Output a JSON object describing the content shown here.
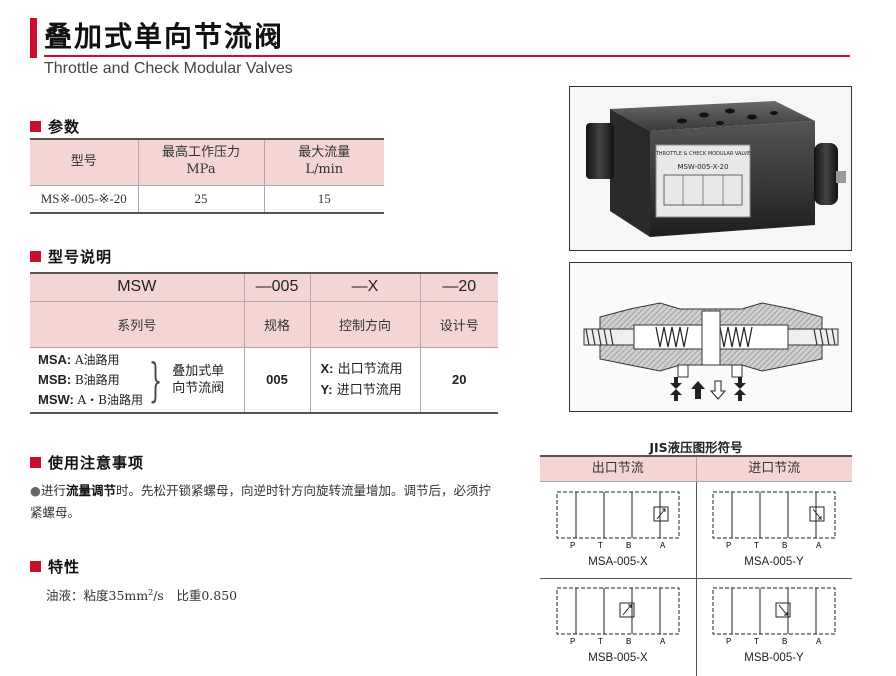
{
  "header": {
    "title_cn": "叠加式单向节流阀",
    "title_en": "Throttle and Check Modular Valves"
  },
  "params": {
    "heading": "参数",
    "col_model": "型号",
    "col_pressure": "最高工作压力",
    "col_pressure_unit": "MPa",
    "col_flow": "最大流量",
    "col_flow_unit": "L/min",
    "row_model": "MS※-005-※-20",
    "row_pressure": "25",
    "row_flow": "15"
  },
  "model": {
    "heading": "型号说明",
    "code_1": "MSW",
    "code_2": "—005",
    "code_3": "—X",
    "code_4": "—20",
    "label_1": "系列号",
    "label_2": "规格",
    "label_3": "控制方向",
    "label_4": "设计号",
    "msa_key": "MSA:",
    "msa_val": "A油路用",
    "msb_key": "MSB:",
    "msb_val": "B油路用",
    "msw_key": "MSW:",
    "msw_val": "A・B油路用",
    "group_line1": "叠加式单",
    "group_line2": "向节流阀",
    "size": "005",
    "x_key": "X:",
    "x_val": "出口节流用",
    "y_key": "Y:",
    "y_val": "进口节流用",
    "design": "20"
  },
  "usage": {
    "heading": "使用注意事项",
    "bullet": "●",
    "text_pre": "进行",
    "text_bold": "流量调节",
    "text_post": "时。先松开锁紧螺母，向逆时针方向旋转流量增加。调节后，必须拧紧螺母。"
  },
  "features": {
    "heading": "特性",
    "oil_pre": "油液：粘度35mm",
    "oil_sup": "2",
    "oil_post": "/s　比重0.850"
  },
  "jis": {
    "title": "JIS液压图形符号",
    "col_out": "出口节流",
    "col_in": "进口节流",
    "cap_1": "MSA-005-X",
    "cap_2": "MSA-005-Y",
    "cap_3": "MSB-005-X",
    "cap_4": "MSB-005-Y",
    "port_p": "P",
    "port_t": "T",
    "port_b": "B",
    "port_a": "A"
  },
  "photo": {
    "plate_line1": "THROTTLE & CHECK MODULAR VALVE",
    "plate_model": "MSW-005-X-20"
  },
  "colors": {
    "accent": "#c8102e",
    "header_fill": "#f4d5d3"
  }
}
